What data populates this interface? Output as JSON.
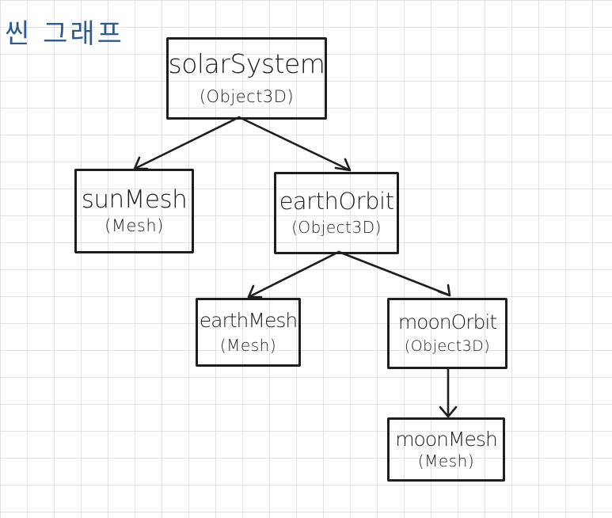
{
  "title": "씬 그래프",
  "colors": {
    "title": "#2f5a8c",
    "ink": "#1e1e1e",
    "grid": "#e3e3e3",
    "paper": "#ffffff"
  },
  "nodes": {
    "solarSystem": {
      "name": "solarSystem",
      "type": "(Object3D)"
    },
    "sunMesh": {
      "name": "sunMesh",
      "type": "(Mesh)"
    },
    "earthOrbit": {
      "name": "earthOrbit",
      "type": "(Object3D)"
    },
    "earthMesh": {
      "name": "earthMesh",
      "type": "(Mesh)"
    },
    "moonOrbit": {
      "name": "moonOrbit",
      "type": "(Object3D)"
    },
    "moonMesh": {
      "name": "moonMesh",
      "type": "(Mesh)"
    }
  },
  "edges": [
    {
      "from": "solarSystem",
      "to": "sunMesh"
    },
    {
      "from": "solarSystem",
      "to": "earthOrbit"
    },
    {
      "from": "earthOrbit",
      "to": "earthMesh"
    },
    {
      "from": "earthOrbit",
      "to": "moonOrbit"
    },
    {
      "from": "moonOrbit",
      "to": "moonMesh"
    }
  ]
}
